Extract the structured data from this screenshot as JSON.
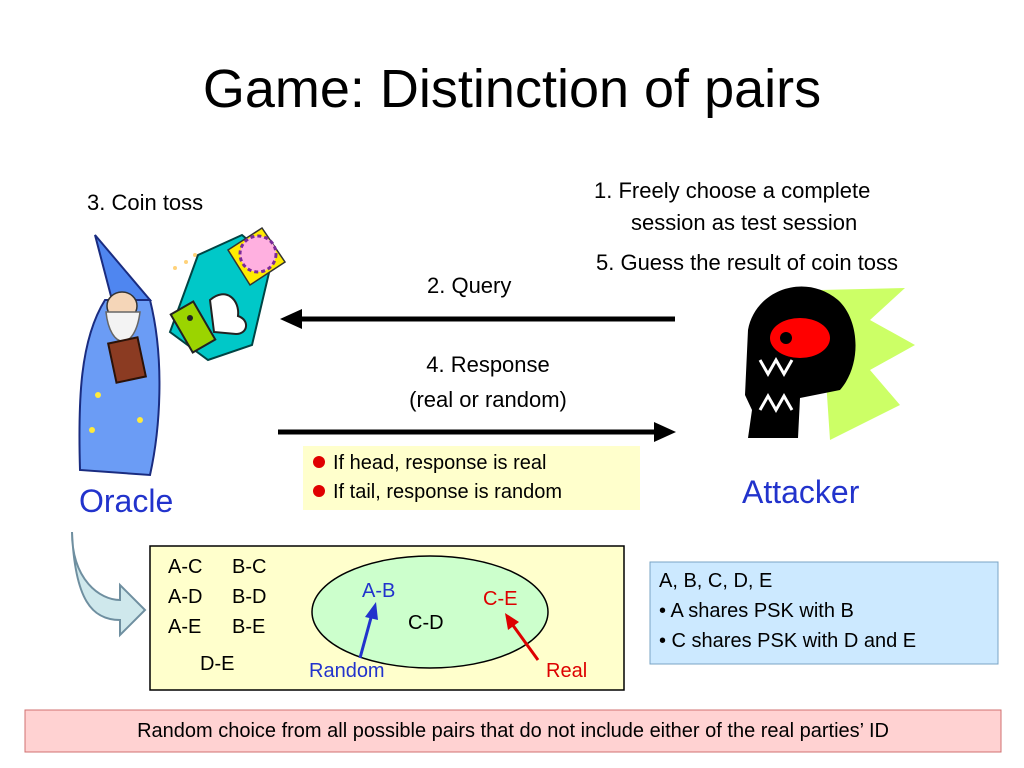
{
  "title": "Game: Distinction of pairs",
  "steps": {
    "coin_toss": "3.  Coin toss",
    "choose_line1": "1.  Freely choose a complete",
    "choose_line2": "session as test session",
    "guess": "5.  Guess the result of coin toss",
    "query": "2.  Query",
    "response_line1": "4.  Response",
    "response_line2": "(real or random)"
  },
  "roles": {
    "oracle": "Oracle",
    "attacker": "Attacker"
  },
  "rules": [
    "If head, response is real",
    "If tail, response is random"
  ],
  "pairs": {
    "rows": [
      [
        "A-C",
        "B-C"
      ],
      [
        "A-D",
        "B-D"
      ],
      [
        "A-E",
        "B-E"
      ]
    ],
    "last": "D-E",
    "ellipse": {
      "ab": "A-B",
      "cd": "C-D",
      "ce": "C-E"
    },
    "random_label": "Random",
    "real_label": "Real"
  },
  "parties": {
    "title": "A, B, C, D, E",
    "items": [
      "• A shares PSK with B",
      "• C shares PSK with D and E"
    ]
  },
  "footer": "Random choice from all possible pairs that do not include either of the real parties’ ID",
  "colors": {
    "accent_blue": "#2233cc",
    "accent_red": "#dd0000",
    "yellow_box": "#ffffcc",
    "blue_box": "#cce9ff",
    "pink_box": "#ffd2d2",
    "ellipse_fill": "#ccffcc"
  }
}
